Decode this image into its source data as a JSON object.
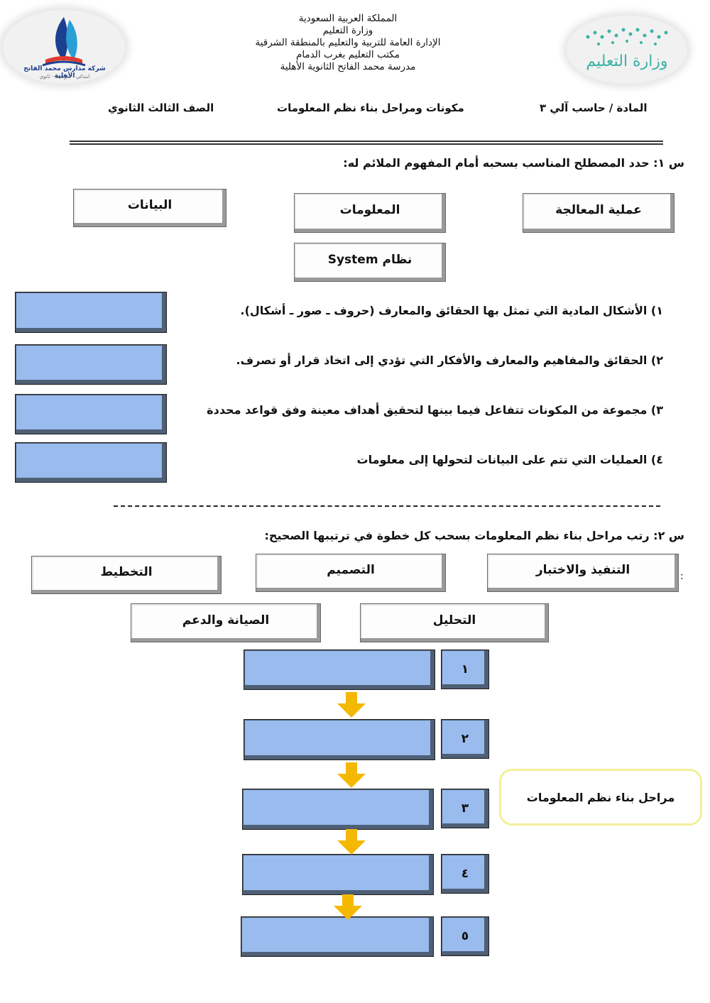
{
  "header": {
    "lines": [
      "المملكة العربية السعودية",
      "وزارة التعليم",
      "الإدارة العامة للتربية والتعليم بالمنطقة الشرقية",
      "مكتب التعليم بغرب الدمام",
      "مدرسة محمد الفاتح الثانوية الأهلية"
    ],
    "ministry_logo_text": "وزارة التعليم",
    "school_logo_text": "شركة مدارس محمد الفاتح الأهلية",
    "school_logo_subtext": "ابتدائي - متوسط - ثانوي"
  },
  "meta": {
    "subject": "المادة / حاسب آلي ٣",
    "lesson": "مكونات ومراحل بناء نظم المعلومات",
    "grade": "الصف الثالث الثانوي"
  },
  "q1": {
    "prompt": "س ١: حدد المصطلح المناسب بسحبه أمام المفهوم الملائم له:",
    "terms": [
      "عملية المعالجة",
      "المعلومات",
      "البيانات",
      "نظام System"
    ],
    "items": [
      "١)  الأشكال المادية التي تمثل بها الحقائق والمعارف (حروف ـ صور ـ أشكال).",
      "٢)  الحقائق والمفاهيم والمعارف والأفكار التي تؤدي إلى اتخاذ قرار أو تصرف.",
      "٣)  مجموعة من المكونات تتفاعل فيما بينها لتحقيق أهداف معينة وفق قواعد محددة",
      "٤)  العمليات التي تتم على البيانات لتحولها إلى معلومات"
    ]
  },
  "q2": {
    "prompt": "س ٢: رتب مراحل بناء نظم المعلومات بسحب كل خطوة في ترتيبها الصحيح:",
    "steps": [
      "التنفيذ والاختبار",
      "التصميم",
      "التخطيط",
      "التحليل",
      "الصيانة والدعم"
    ],
    "numbers": [
      "١",
      "٢",
      "٣",
      "٤",
      "٥"
    ],
    "callout": "مراحل بناء نظم المعلومات",
    "stray_mark": ":"
  },
  "colors": {
    "drop_fill": "#99bbee",
    "arrow": "#f5b800",
    "callout_border": "#f2ef9a"
  }
}
